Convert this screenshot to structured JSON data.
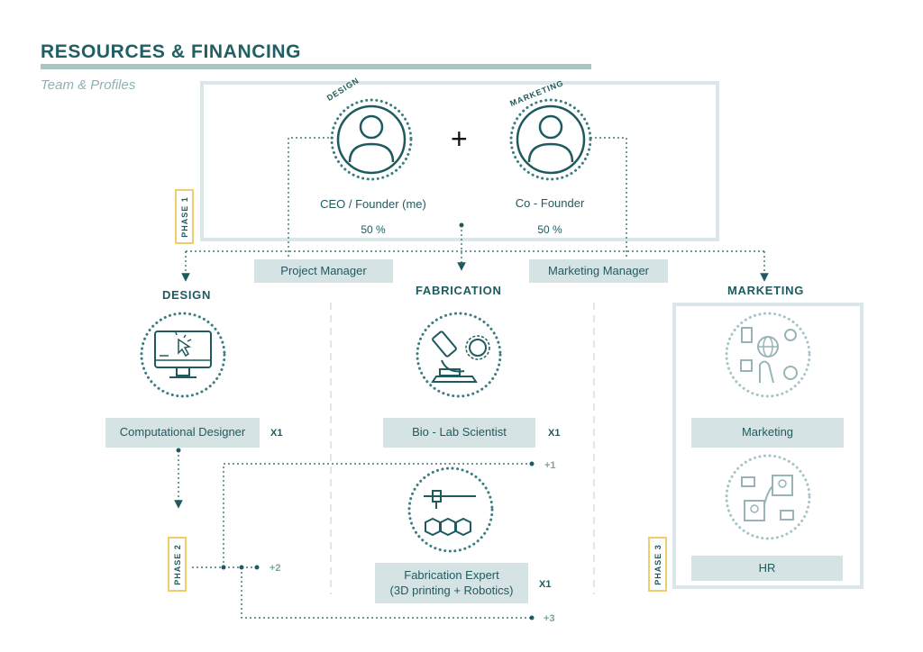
{
  "header": {
    "title": "RESOURCES & FINANCING",
    "subtitle": "Team & Profiles"
  },
  "founders": [
    {
      "arc_label": "DESIGN",
      "role": "CEO / Founder (me)",
      "share": "50 %",
      "icon": "user-avatar-icon"
    },
    {
      "arc_label": "MARKETING",
      "role": "Co - Founder",
      "share": "50 %",
      "icon": "user-avatar-icon"
    }
  ],
  "plus_sign": "+",
  "roles": {
    "project_manager": "Project Manager",
    "marketing_manager": "Marketing Manager"
  },
  "phases": {
    "phase1": "PHASE 1",
    "phase2": "PHASE 2",
    "phase3": "PHASE 3"
  },
  "columns": {
    "design": {
      "heading": "DESIGN",
      "icon": "monitor-cursor-icon",
      "role": "Computational Designer",
      "multiplier": "X1"
    },
    "fabrication": {
      "heading": "FABRICATION",
      "icon": "microscope-icon",
      "role": "Bio - Lab Scientist",
      "multiplier": "X1",
      "expert_icon": "3d-printer-icon",
      "expert_role_line1": "Fabrication Expert",
      "expert_role_line2": "(3D printing + Robotics)",
      "expert_multiplier": "X1"
    },
    "marketing": {
      "heading": "MARKETING",
      "icon": "marketing-network-icon",
      "role": "Marketing",
      "hr_icon": "hr-network-icon",
      "hr_role": "HR"
    }
  },
  "growth": {
    "plus1": "+1",
    "plus2": "+2",
    "plus3": "+3"
  },
  "colors": {
    "primary": "#1f5a5e",
    "light_teal": "#d6e3e4",
    "frame": "#dae6e7",
    "phase_border": "#f0cd6c"
  }
}
